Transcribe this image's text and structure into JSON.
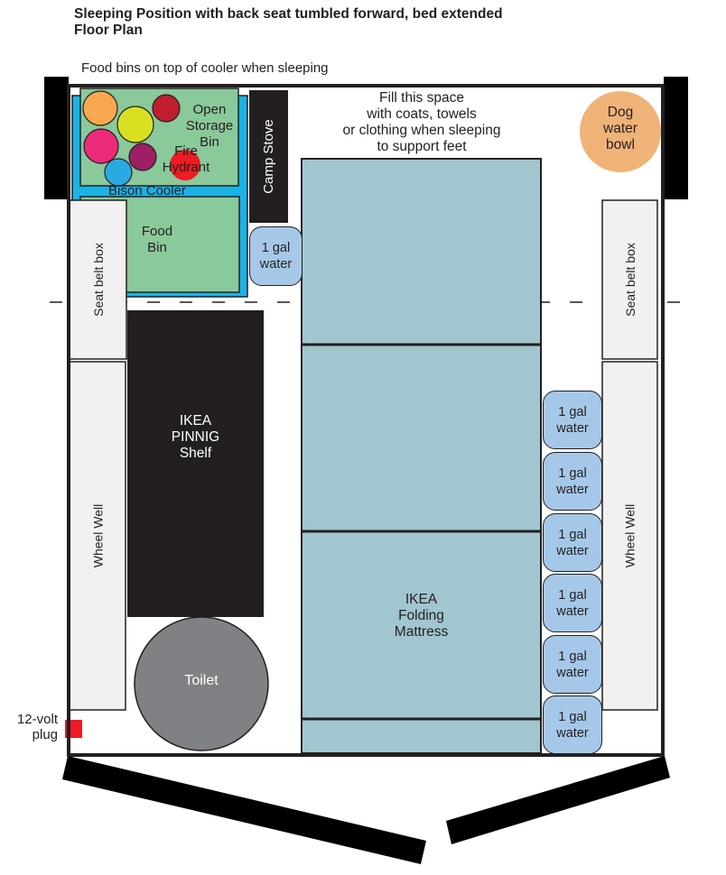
{
  "title": {
    "line1": "Sleeping Position with back seat tumbled forward, bed extended",
    "line2": "Floor Plan"
  },
  "notes": {
    "food_bins": "Food bins on top of cooler when sleeping",
    "fill_space": [
      "Fill this space",
      "with coats, towels",
      "or clothing when sleeping",
      "to support feet"
    ]
  },
  "items": {
    "dog_bowl": [
      "Dog",
      "water",
      "bowl"
    ],
    "open_storage_bin": [
      "Open",
      "Storage",
      "Bin"
    ],
    "fire_hydrant": [
      "Fire",
      "Hydrant"
    ],
    "bison_cooler": "Bison Cooler",
    "food_bin": [
      "Food",
      "Bin"
    ],
    "camp_stove": "Camp Stove",
    "seat_belt_box": "Seat belt box",
    "wheel_well": "Wheel Well",
    "ikea_shelf": [
      "IKEA",
      "PINNIG",
      "Shelf"
    ],
    "toilet": "Toilet",
    "mattress": [
      "IKEA",
      "Folding",
      "Mattress"
    ],
    "plug": [
      "12-volt",
      "plug"
    ],
    "water_jug": [
      "1 gal",
      "water"
    ]
  },
  "colors": {
    "cooler_blue": "#1bb2e6",
    "food_green": "#8ac99a",
    "mattress": "#a1c6cf",
    "shelf": "#231f20",
    "toilet": "#808184",
    "water": "#a6c8e8",
    "dog_bowl": "#f0b377",
    "plug": "#ed1c24"
  }
}
